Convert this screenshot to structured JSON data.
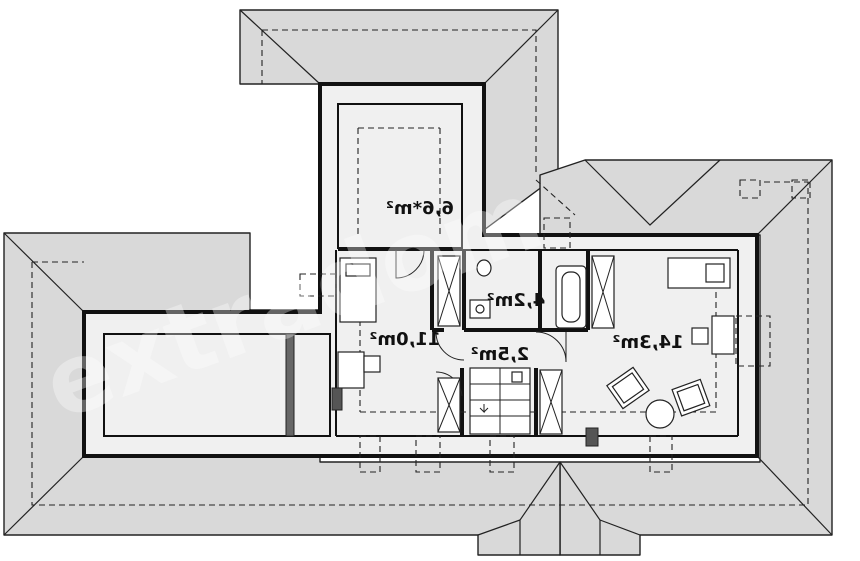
{
  "rooms": [
    {
      "id": "storage-north",
      "area_label": "6,6*m²"
    },
    {
      "id": "bedroom-west",
      "area_label": "11,0m²"
    },
    {
      "id": "bathroom",
      "area_label": "4,2m²"
    },
    {
      "id": "hall",
      "area_label": "2,5m²"
    },
    {
      "id": "bedroom-east",
      "area_label": "14,3m²"
    }
  ],
  "watermark": "extradom"
}
